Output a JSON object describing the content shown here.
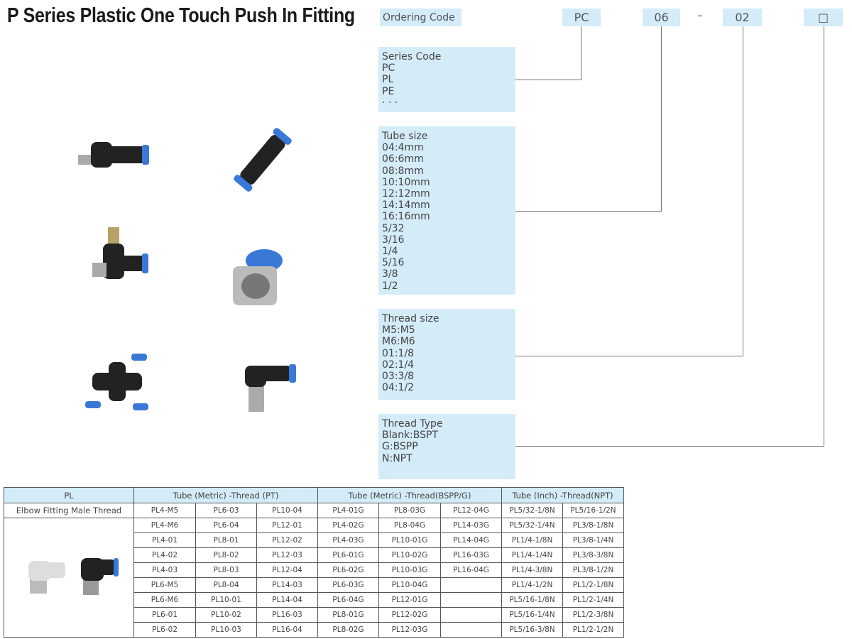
{
  "title": "P Series Plastic One Touch Push In Fitting",
  "ordering": {
    "label": "Ordering Code",
    "series": "PC",
    "tube": "06",
    "separator": "–",
    "thread": "02",
    "thread_type": "□"
  },
  "info": {
    "series_code": [
      "Series Code",
      "PC",
      "PL",
      "PE",
      "· · ·"
    ],
    "tube_size": [
      "Tube size",
      "04:4mm",
      "06:6mm",
      "08:8mm",
      "10:10mm",
      "12:12mm",
      "14:14mm",
      "16:16mm",
      "5/32",
      "3/16",
      "1/4",
      "5/16",
      "3/8",
      "1/2"
    ],
    "thread_size": [
      "Thread size",
      "M5:M5",
      "M6:M6",
      "01:1/8",
      "02:1/4",
      "03:3/8",
      "04:1/2"
    ],
    "thread_type": [
      "Thread Type",
      "Blank:BSPT",
      "G:BSPP",
      "N:NPT"
    ]
  },
  "table": {
    "headers": [
      "PL",
      "Tube (Metric) -Thread (PT)",
      "Tube (Metric) -Thread(BSPP/G)",
      "Tube (Inch) -Thread(NPT)"
    ],
    "description": "Elbow Fitting Male Thread",
    "rows": [
      [
        "PL4-M5",
        "PL6-03",
        "PL10-04",
        "PL4-01G",
        "PL8-03G",
        "PL12-04G",
        "PL5/32-1/8N",
        "PL5/16-1/2N"
      ],
      [
        "PL4-M6",
        "PL6-04",
        "PL12-01",
        "PL4-02G",
        "PL8-04G",
        "PL14-03G",
        "PL5/32-1/4N",
        "PL3/8-1/8N"
      ],
      [
        "PL4-01",
        "PL8-01",
        "PL12-02",
        "PL4-03G",
        "PL10-01G",
        "PL14-04G",
        "PL1/4-1/8N",
        "PL3/8-1/4N"
      ],
      [
        "PL4-02",
        "PL8-02",
        "PL12-03",
        "PL6-01G",
        "PL10-02G",
        "PL16-03G",
        "PL1/4-1/4N",
        "PL3/8-3/8N"
      ],
      [
        "PL4-03",
        "PL8-03",
        "PL12-04",
        "PL6-02G",
        "PL10-03G",
        "PL16-04G",
        "PL1/4-3/8N",
        "PL3/8-1/2N"
      ],
      [
        "PL6-M5",
        "PL8-04",
        "PL14-03",
        "PL6-03G",
        "PL10-04G",
        "",
        "PL1/4-1/2N",
        "PL1/2-1/8N"
      ],
      [
        "PL6-M6",
        "PL10-01",
        "PL14-04",
        "PL6-04G",
        "PL12-01G",
        "",
        "PL5/16-1/8N",
        "PL1/2-1/4N"
      ],
      [
        "PL6-01",
        "PL10-02",
        "PL16-03",
        "PL8-01G",
        "PL12-02G",
        "",
        "PL5/16-1/4N",
        "PL1/2-3/8N"
      ],
      [
        "PL6-02",
        "PL10-03",
        "PL16-04",
        "PL8-02G",
        "PL12-03G",
        "",
        "PL5/16-3/8N",
        "PL1/2-1/2N"
      ]
    ]
  },
  "colors": {
    "box": "#d4ebf8",
    "fitting_blue": "#3a78d8",
    "fitting_black": "#222222"
  }
}
